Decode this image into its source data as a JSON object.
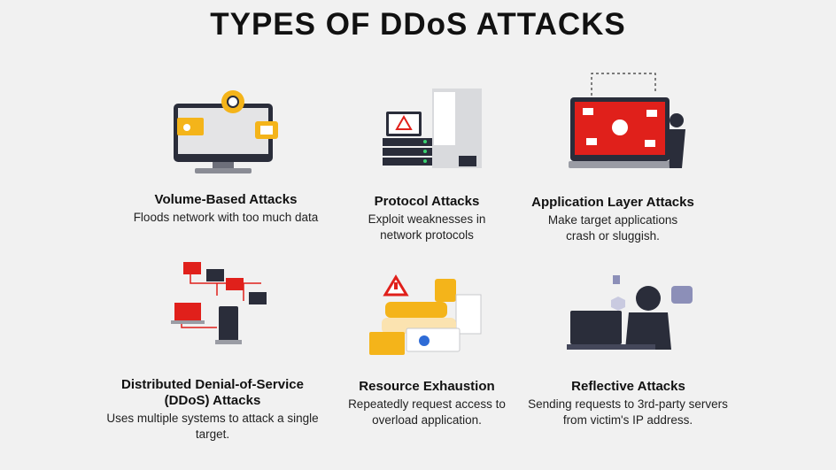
{
  "title": "TYPES OF DDoS ATTACKS",
  "colors": {
    "accent_red": "#e0201b",
    "accent_yellow": "#f4b41a",
    "dark": "#2a2d3a",
    "background": "#f1f1f1"
  },
  "cards": [
    {
      "title": "Volume-Based Attacks",
      "description": "Floods network with too much data",
      "icon": "monitor-alerts-icon"
    },
    {
      "title": "Protocol Attacks",
      "description": "Exploit weaknesses in network protocols",
      "icon": "server-warning-icon"
    },
    {
      "title": "Application Layer Attacks",
      "description": "Make target applications crash or sluggish.",
      "icon": "infected-monitor-hacker-icon"
    },
    {
      "title": "Distributed Denial-of-Service (DDoS) Attacks",
      "description": "Uses multiple systems to attack a single target.",
      "icon": "botnet-laptops-icon"
    },
    {
      "title": "Resource Exhaustion",
      "description": "Repeatedly request access to overload application.",
      "icon": "stacked-resources-icon"
    },
    {
      "title": "Reflective Attacks",
      "description": "Sending requests to 3rd-party servers from victim's IP address.",
      "icon": "hooded-hacker-laptop-icon"
    }
  ]
}
